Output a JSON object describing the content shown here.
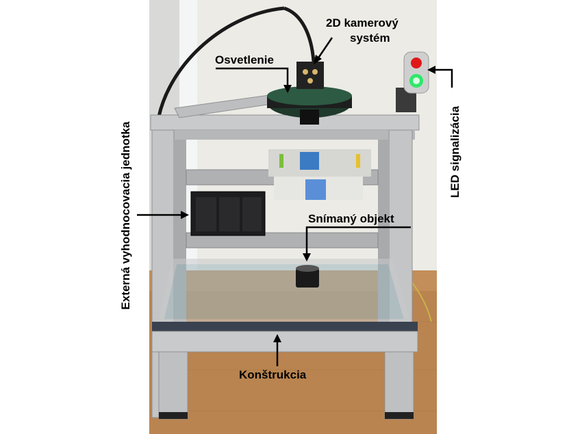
{
  "labels": {
    "camera_line1": "2D kamerový",
    "camera_line2": "systém",
    "lighting": "Osvetlenie",
    "led": "LED signalizácia",
    "external_unit": "Externá vyhodnocovacia jednotka",
    "object": "Snímaný objekt",
    "construction": "Konštrukcia"
  },
  "colors": {
    "aluminium": "#c9cacb",
    "ring_light": "#1f3a2c",
    "led_green": "#2ee86a",
    "led_red": "#e01818",
    "floor": "#b98450",
    "wall": "#ecebe6"
  }
}
